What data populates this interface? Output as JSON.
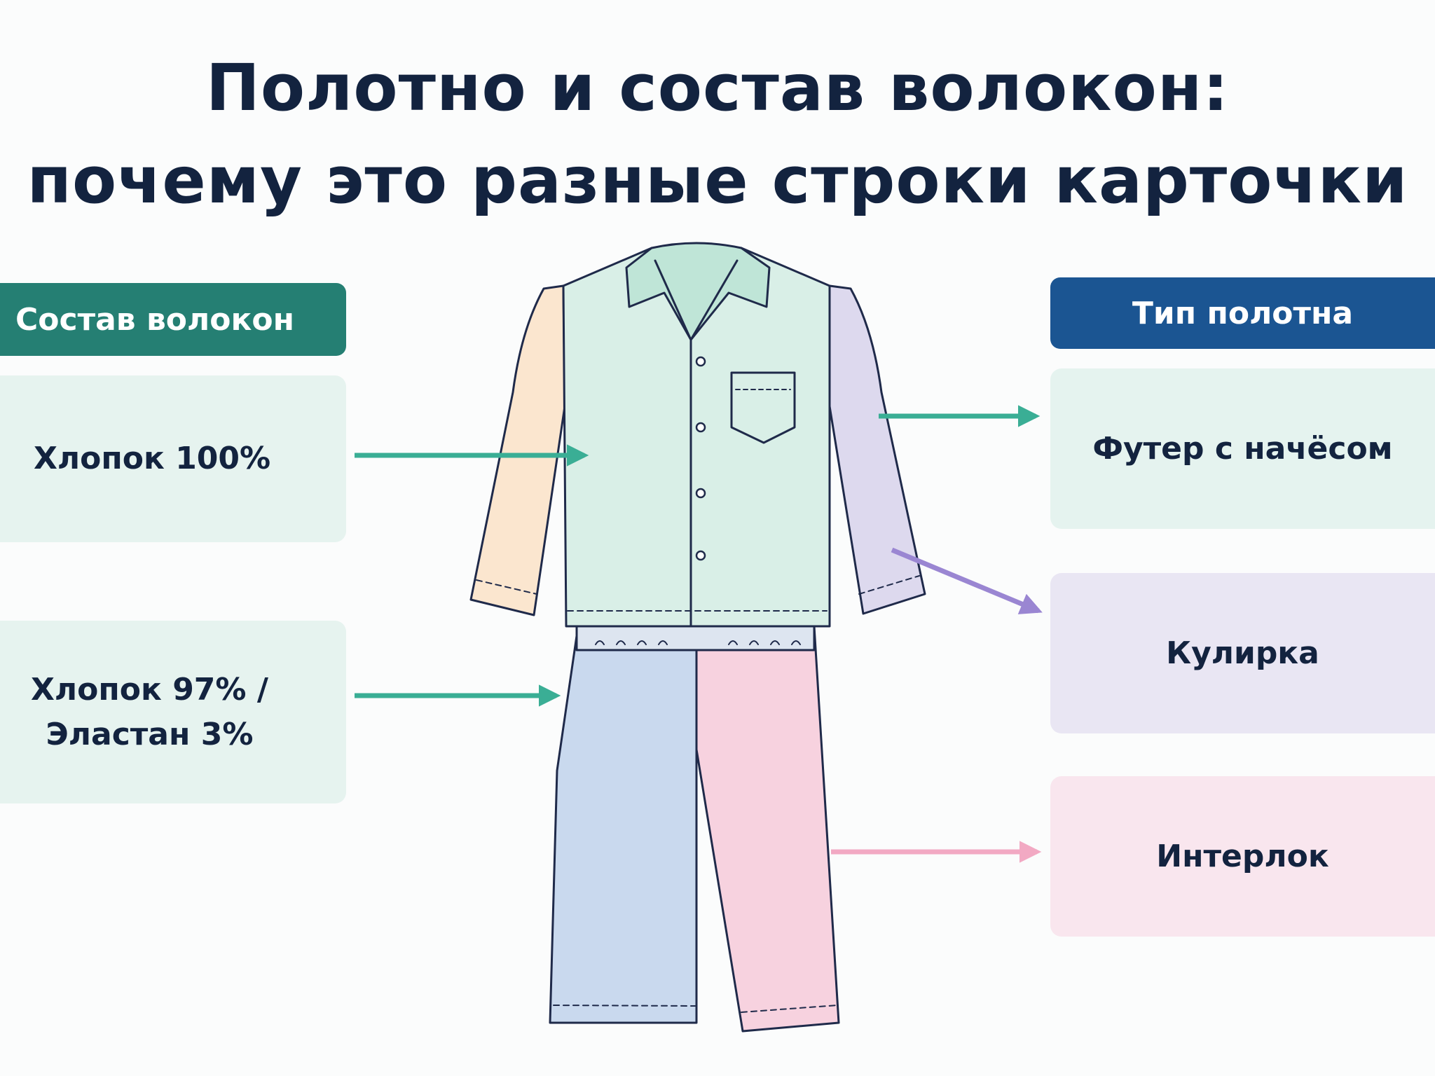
{
  "title": {
    "line1": "Полотно и состав волокон:",
    "line2": "почему это разные строки карточки"
  },
  "left_column": {
    "header": "Состав волокон",
    "cards": [
      {
        "lines": [
          "Хлопок 100%"
        ]
      },
      {
        "lines": [
          "Хлопок 97% /",
          "Эластан 3%"
        ]
      }
    ]
  },
  "right_column": {
    "header": "Тип полотна",
    "cards": [
      {
        "label": "Футер с начёсом"
      },
      {
        "label": "Кулирка"
      },
      {
        "label": "Интерлок"
      }
    ]
  },
  "colors": {
    "title": "#13233f",
    "left_header": "#257f73",
    "right_header": "#1b5592",
    "teal_arrow": "#3aae95",
    "purple_arrow": "#9a86d2",
    "pink_arrow": "#f2a9c3",
    "shirt_body": "#d9efe7",
    "sleeve_left": "#fbe6cf",
    "sleeve_right": "#ddd9ee",
    "pants_left": "#c9d9ee",
    "pants_right": "#f7d2df",
    "outline": "#1f2a4a"
  }
}
